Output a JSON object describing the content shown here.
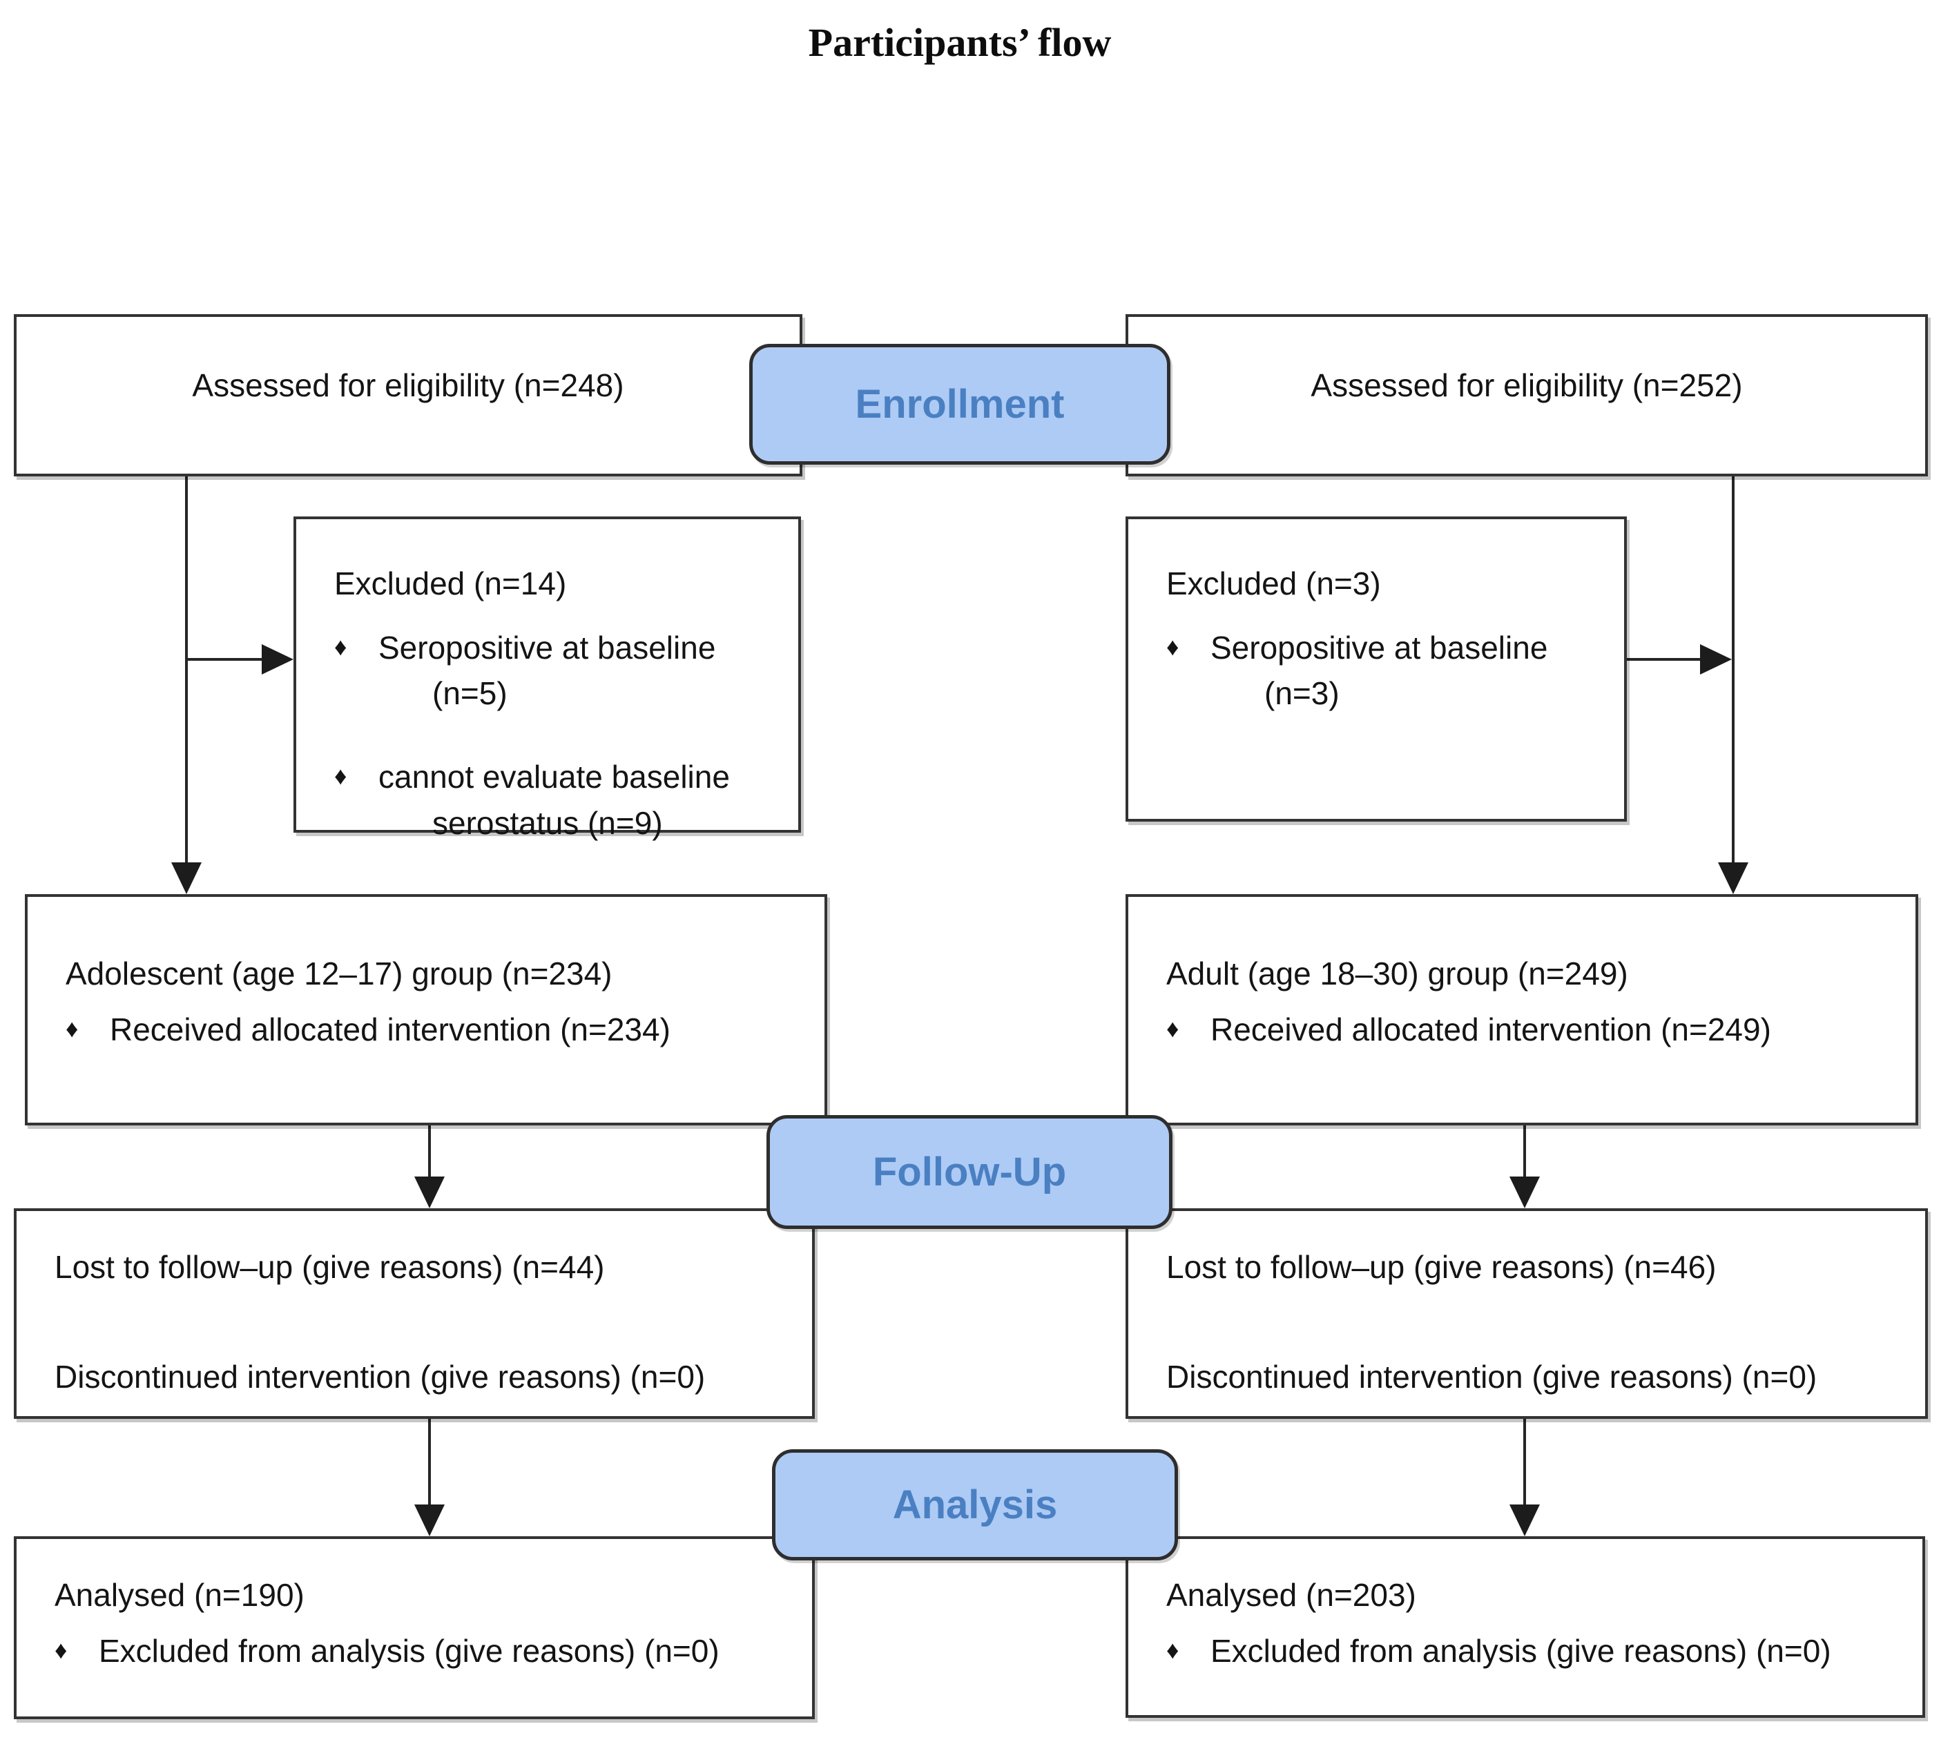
{
  "title": "Participants’ flow",
  "glyphs": {
    "bullet": "♦"
  },
  "stages": {
    "enrollment": "Enrollment",
    "followup": "Follow-Up",
    "analysis": "Analysis"
  },
  "left": {
    "assessed": "Assessed for eligibility (n=248)",
    "excluded": {
      "title": "Excluded (n=14)",
      "item1": "Seropositive at baseline",
      "item1_cont": "(n=5)",
      "item2": "cannot evaluate baseline",
      "item2_cont": "serostatus (n=9)"
    },
    "allocation": {
      "title": "Adolescent (age 12–17) group (n=234)",
      "bullet": "Received allocated intervention (n=234)"
    },
    "followup": {
      "line1": "Lost to follow–up (give reasons) (n=44)",
      "line2": "Discontinued intervention (give reasons) (n=0)"
    },
    "analysis": {
      "title": "Analysed (n=190)",
      "bullet": "Excluded from analysis (give reasons) (n=0)"
    }
  },
  "right": {
    "assessed": "Assessed for eligibility (n=252)",
    "excluded": {
      "title": "Excluded (n=3)",
      "item1": "Seropositive at baseline",
      "item1_cont": "(n=3)"
    },
    "allocation": {
      "title": "Adult (age 18–30) group (n=249)",
      "bullet": "Received allocated intervention (n=249)"
    },
    "followup": {
      "line1": "Lost to follow–up (give reasons) (n=46)",
      "line2": "Discontinued intervention (give reasons) (n=0)"
    },
    "analysis": {
      "title": "Analysed (n=203)",
      "bullet": "Excluded from analysis (give reasons) (n=0)"
    }
  },
  "colors": {
    "badge_fill": "#aecbf5",
    "badge_text": "#4a80c2",
    "badge_border": "#2e2e2e",
    "box_border": "#333333"
  }
}
